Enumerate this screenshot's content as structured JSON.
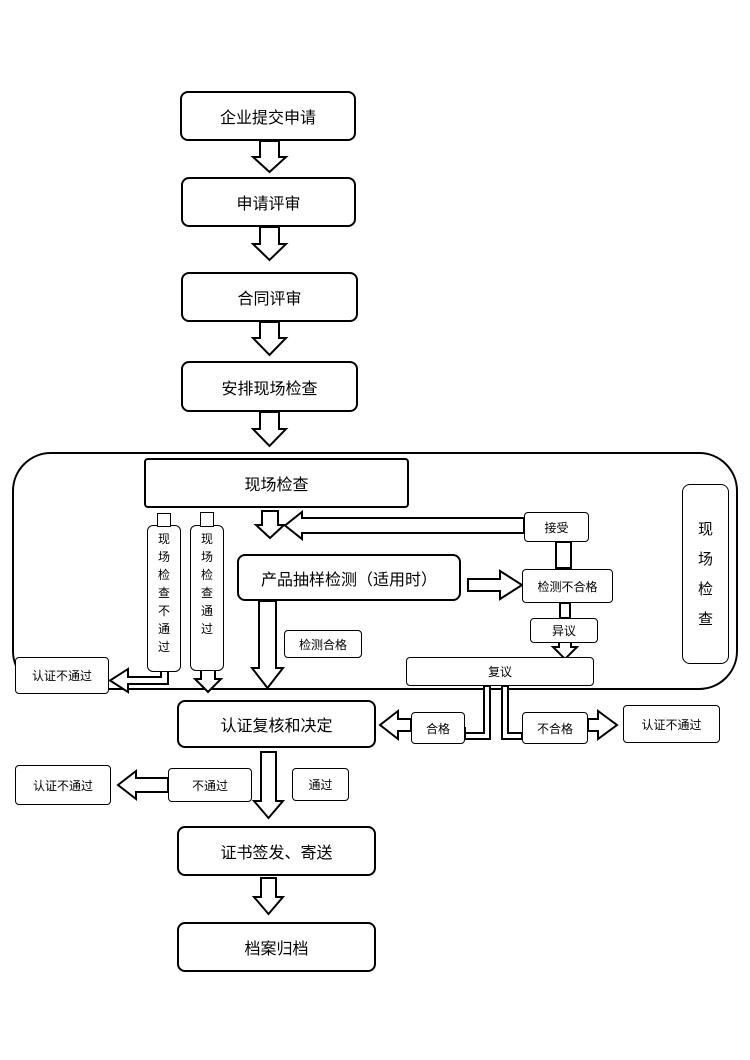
{
  "steps": {
    "submit": "企业提交申请",
    "application_review": "申请评审",
    "contract_review": "合同评审",
    "arrange_inspection": "安排现场检查",
    "onsite_inspection": "现场检查",
    "product_sampling": "产品抽样检测（适用时）",
    "certification_review": "认证复核和决定",
    "issue_certificate": "证书签发、寄送",
    "archive": "档案归档"
  },
  "labels": {
    "accept": "接受",
    "test_fail": "检测不合格",
    "objection": "异议",
    "reexam": "复议",
    "qualified": "合格",
    "unqualified": "不合格",
    "test_pass": "检测合格",
    "fail_1": "认证不通过",
    "fail_2": "认证不通过",
    "fail_3": "认证不通过",
    "not_pass": "不通过",
    "pass": "通过"
  },
  "vertical_labels": {
    "inspection_fail": [
      "现",
      "场",
      "检",
      "查",
      "不",
      "通",
      "过"
    ],
    "inspection_pass": [
      "现",
      "场",
      "检",
      "查",
      "通",
      "过"
    ],
    "side_title": [
      "现",
      "场",
      "检",
      "查"
    ]
  }
}
